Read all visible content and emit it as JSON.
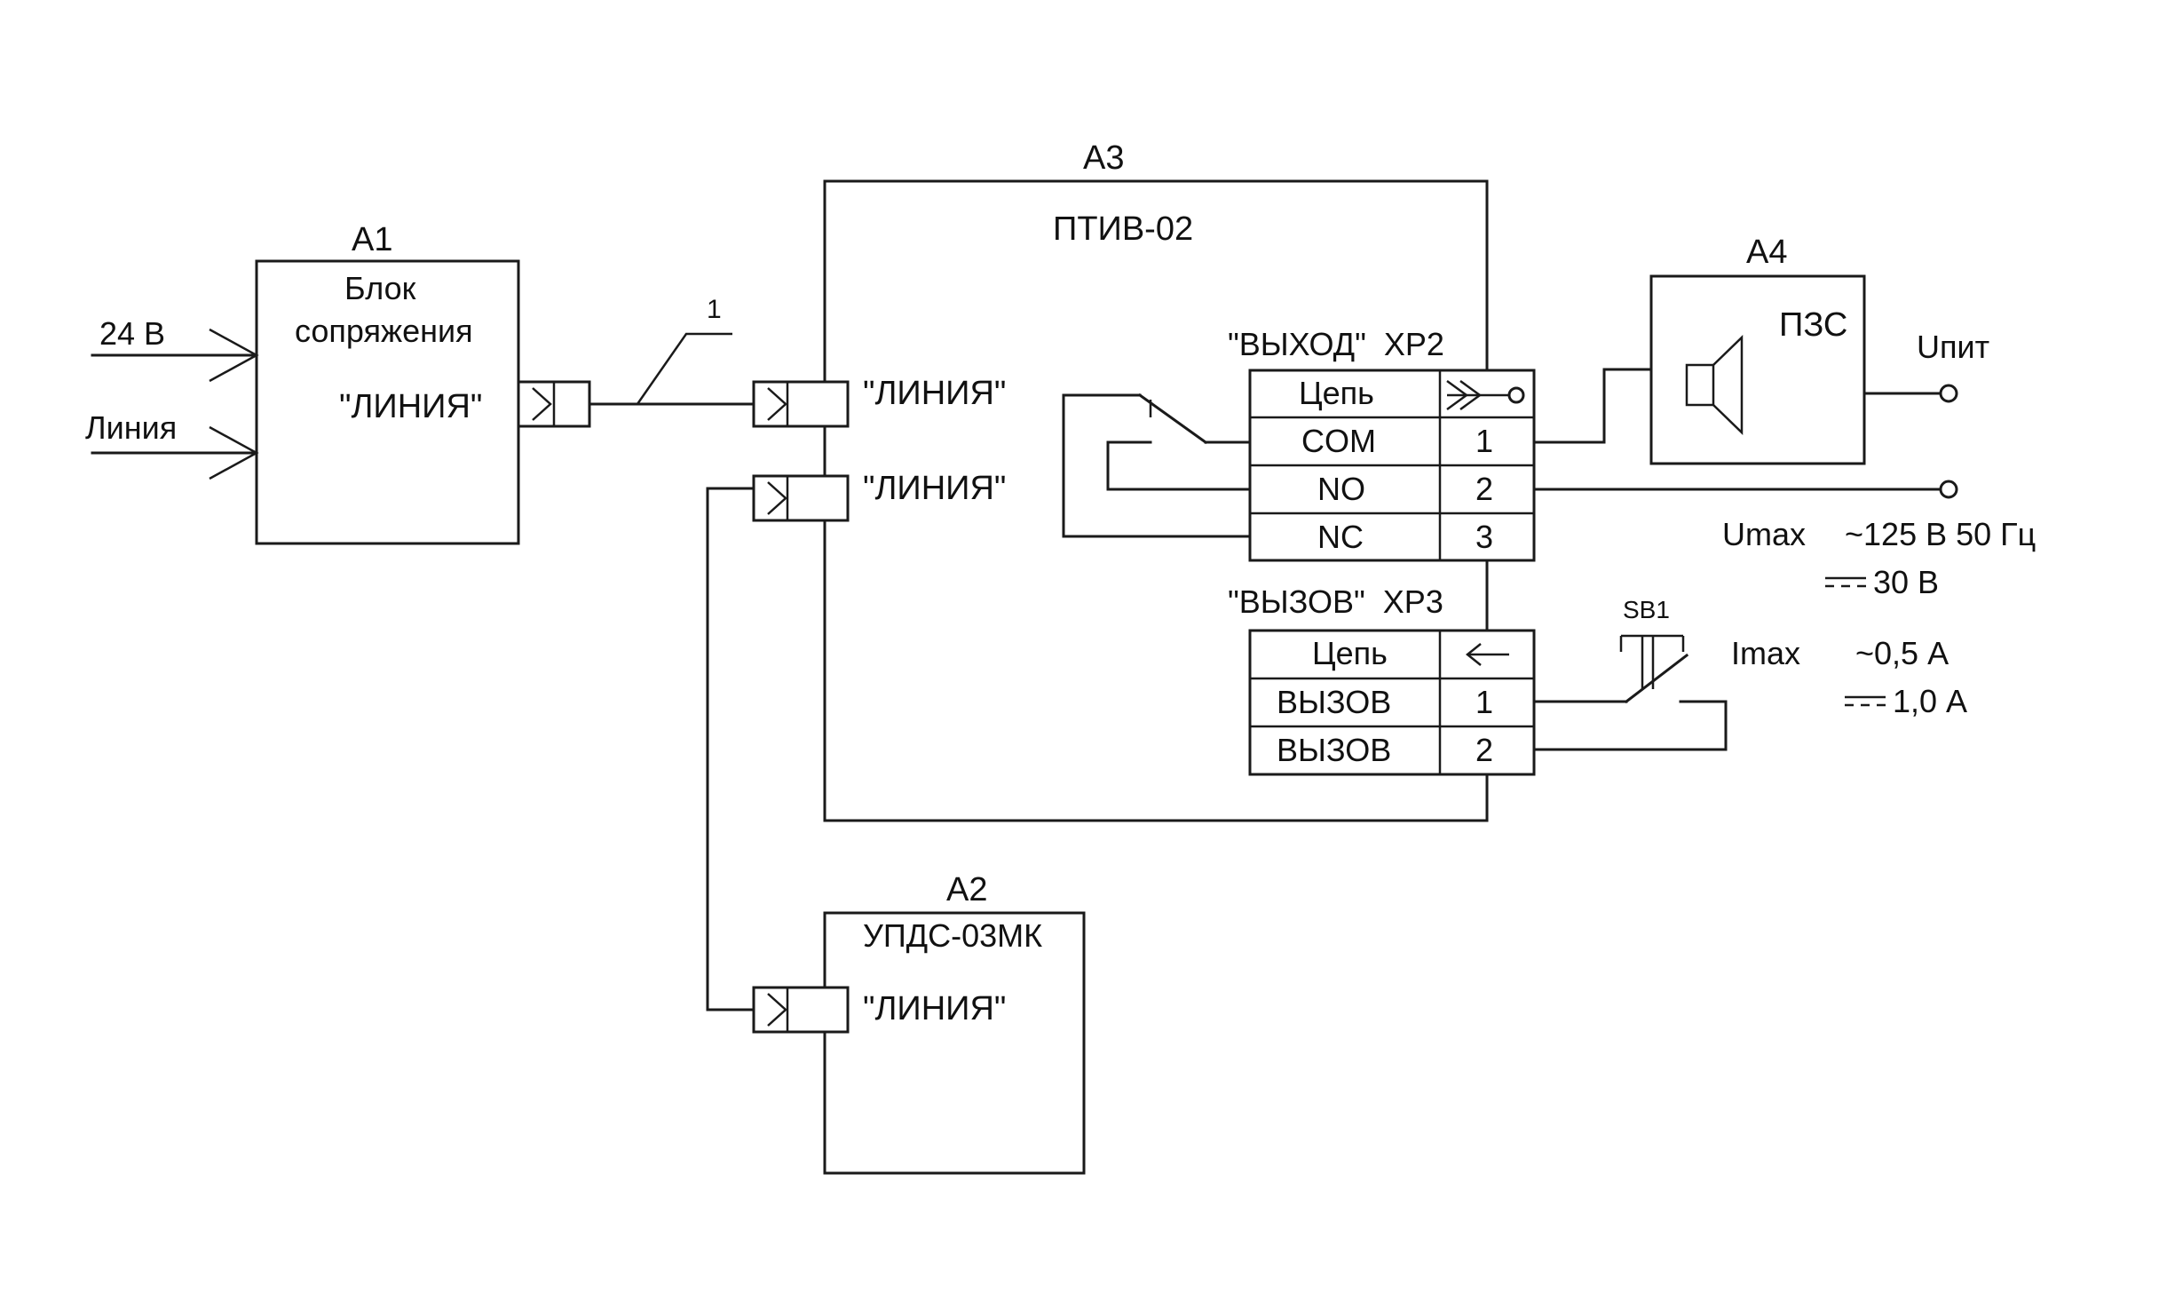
{
  "blocks": {
    "a1": {
      "designator": "A1",
      "name_line1": "Блок",
      "name_line2": "сопряжения",
      "port_label": "\"ЛИНИЯ\""
    },
    "a3": {
      "designator": "A3",
      "name": "ПТИВ-02",
      "port1_label": "\"ЛИНИЯ\"",
      "port2_label": "\"ЛИНИЯ\""
    },
    "a2": {
      "designator": "A2",
      "name": "УПДС-03МК",
      "port_label": "\"ЛИНИЯ\""
    },
    "a4": {
      "designator": "A4",
      "name": "ПЗС"
    }
  },
  "inputs": {
    "power": "24 В",
    "line": "Линия"
  },
  "wire_label": "1",
  "xp2": {
    "title": "\"ВЫХОД\"  ХР2",
    "header": {
      "circuit": "Цепь",
      "contact_icon": "connector-plug-icon"
    },
    "rows": [
      {
        "circuit": "COM",
        "pin": "1"
      },
      {
        "circuit": "NO",
        "pin": "2"
      },
      {
        "circuit": "NC",
        "pin": "3"
      }
    ]
  },
  "xp3": {
    "title": "\"ВЫЗОВ\"  ХР3",
    "header": {
      "circuit": "Цепь",
      "contact_icon": "arrow-left-icon"
    },
    "rows": [
      {
        "circuit": "ВЫЗОВ",
        "pin": "1"
      },
      {
        "circuit": "ВЫЗОВ",
        "pin": "2"
      }
    ]
  },
  "supply": {
    "label": "Uпит",
    "umax_label": "Umax",
    "umax_ac": "~125 В 50 Гц",
    "umax_dc": "30 В",
    "imax_label": "Imax",
    "imax_ac": "~0,5 А",
    "imax_dc": "1,0 А"
  },
  "button": {
    "designator": "SB1"
  }
}
